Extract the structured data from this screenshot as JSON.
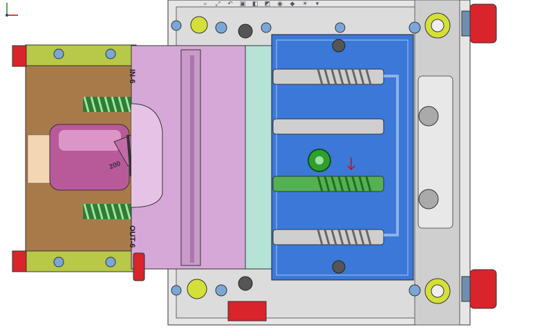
{
  "toolbar": {
    "icons": [
      "search-icon",
      "zoom-area-icon",
      "previous-view-icon",
      "section-view-icon",
      "view-orientation-icon",
      "display-style-icon",
      "hide-show-icon",
      "appearance-icon",
      "scene-icon",
      "display-settings-icon"
    ],
    "glyphs": [
      "⌕",
      "⤢",
      "↶",
      "▣",
      "◧",
      "◩",
      "◉",
      "◆",
      "☀",
      "▾"
    ]
  },
  "labels": {
    "in_label": "IN-6",
    "out_label": "OUT-6",
    "part_number": "200"
  },
  "colors": {
    "background": "#ffffff",
    "blue_plate": "#3b78d8",
    "pink_plate": "#d6a8d8",
    "olive_plate": "#b8c848",
    "brown_plate": "#a87a4a",
    "red_handle": "#d8242a",
    "green_spring": "#4aa84a",
    "magenta_part": "#b85a9a",
    "gray_frame": "#d0d0d0"
  }
}
